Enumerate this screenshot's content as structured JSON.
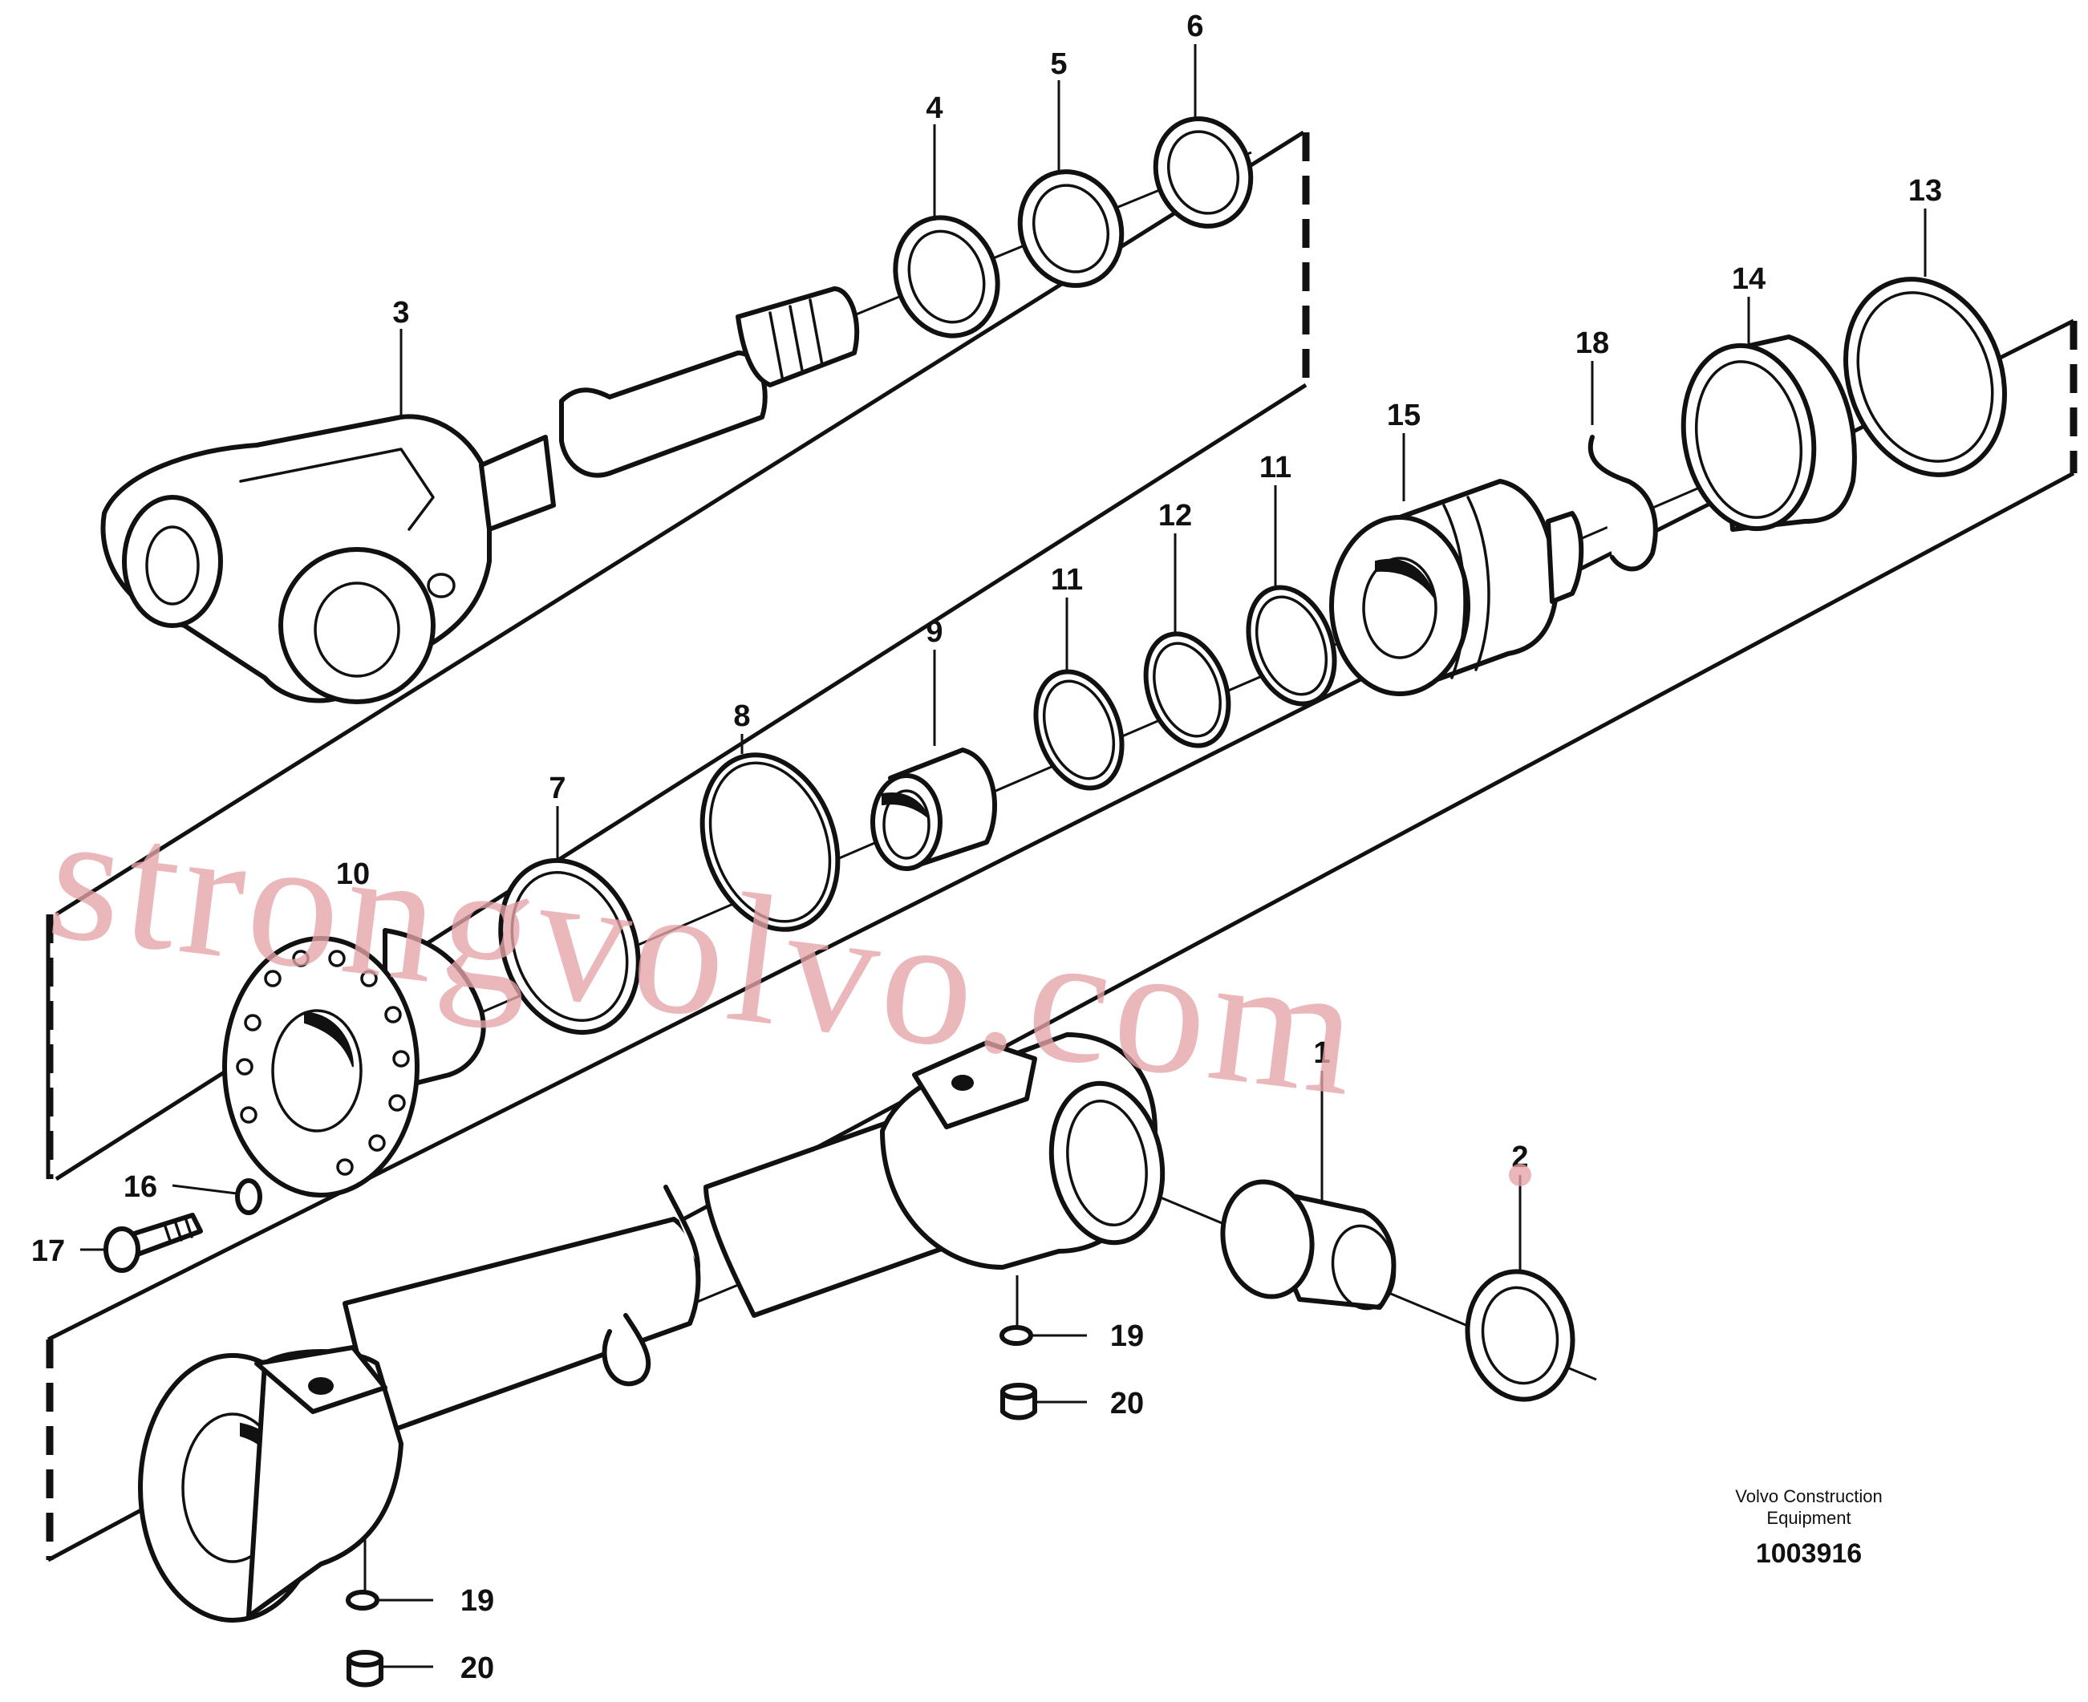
{
  "diagram": {
    "watermark": "strongvolvo.com",
    "credit_line1": "Volvo Construction",
    "credit_line2": "Equipment",
    "document_number": "1003916",
    "callouts": {
      "c1": "1",
      "c2": "2",
      "c3": "3",
      "c4": "4",
      "c5": "5",
      "c6": "6",
      "c7": "7",
      "c8": "8",
      "c9": "9",
      "c10": "10",
      "c11a": "11",
      "c11b": "11",
      "c12": "12",
      "c13": "13",
      "c14": "14",
      "c15": "15",
      "c16": "16",
      "c17": "17",
      "c18": "18",
      "c19a": "19",
      "c19b": "19",
      "c20a": "20",
      "c20b": "20"
    }
  }
}
